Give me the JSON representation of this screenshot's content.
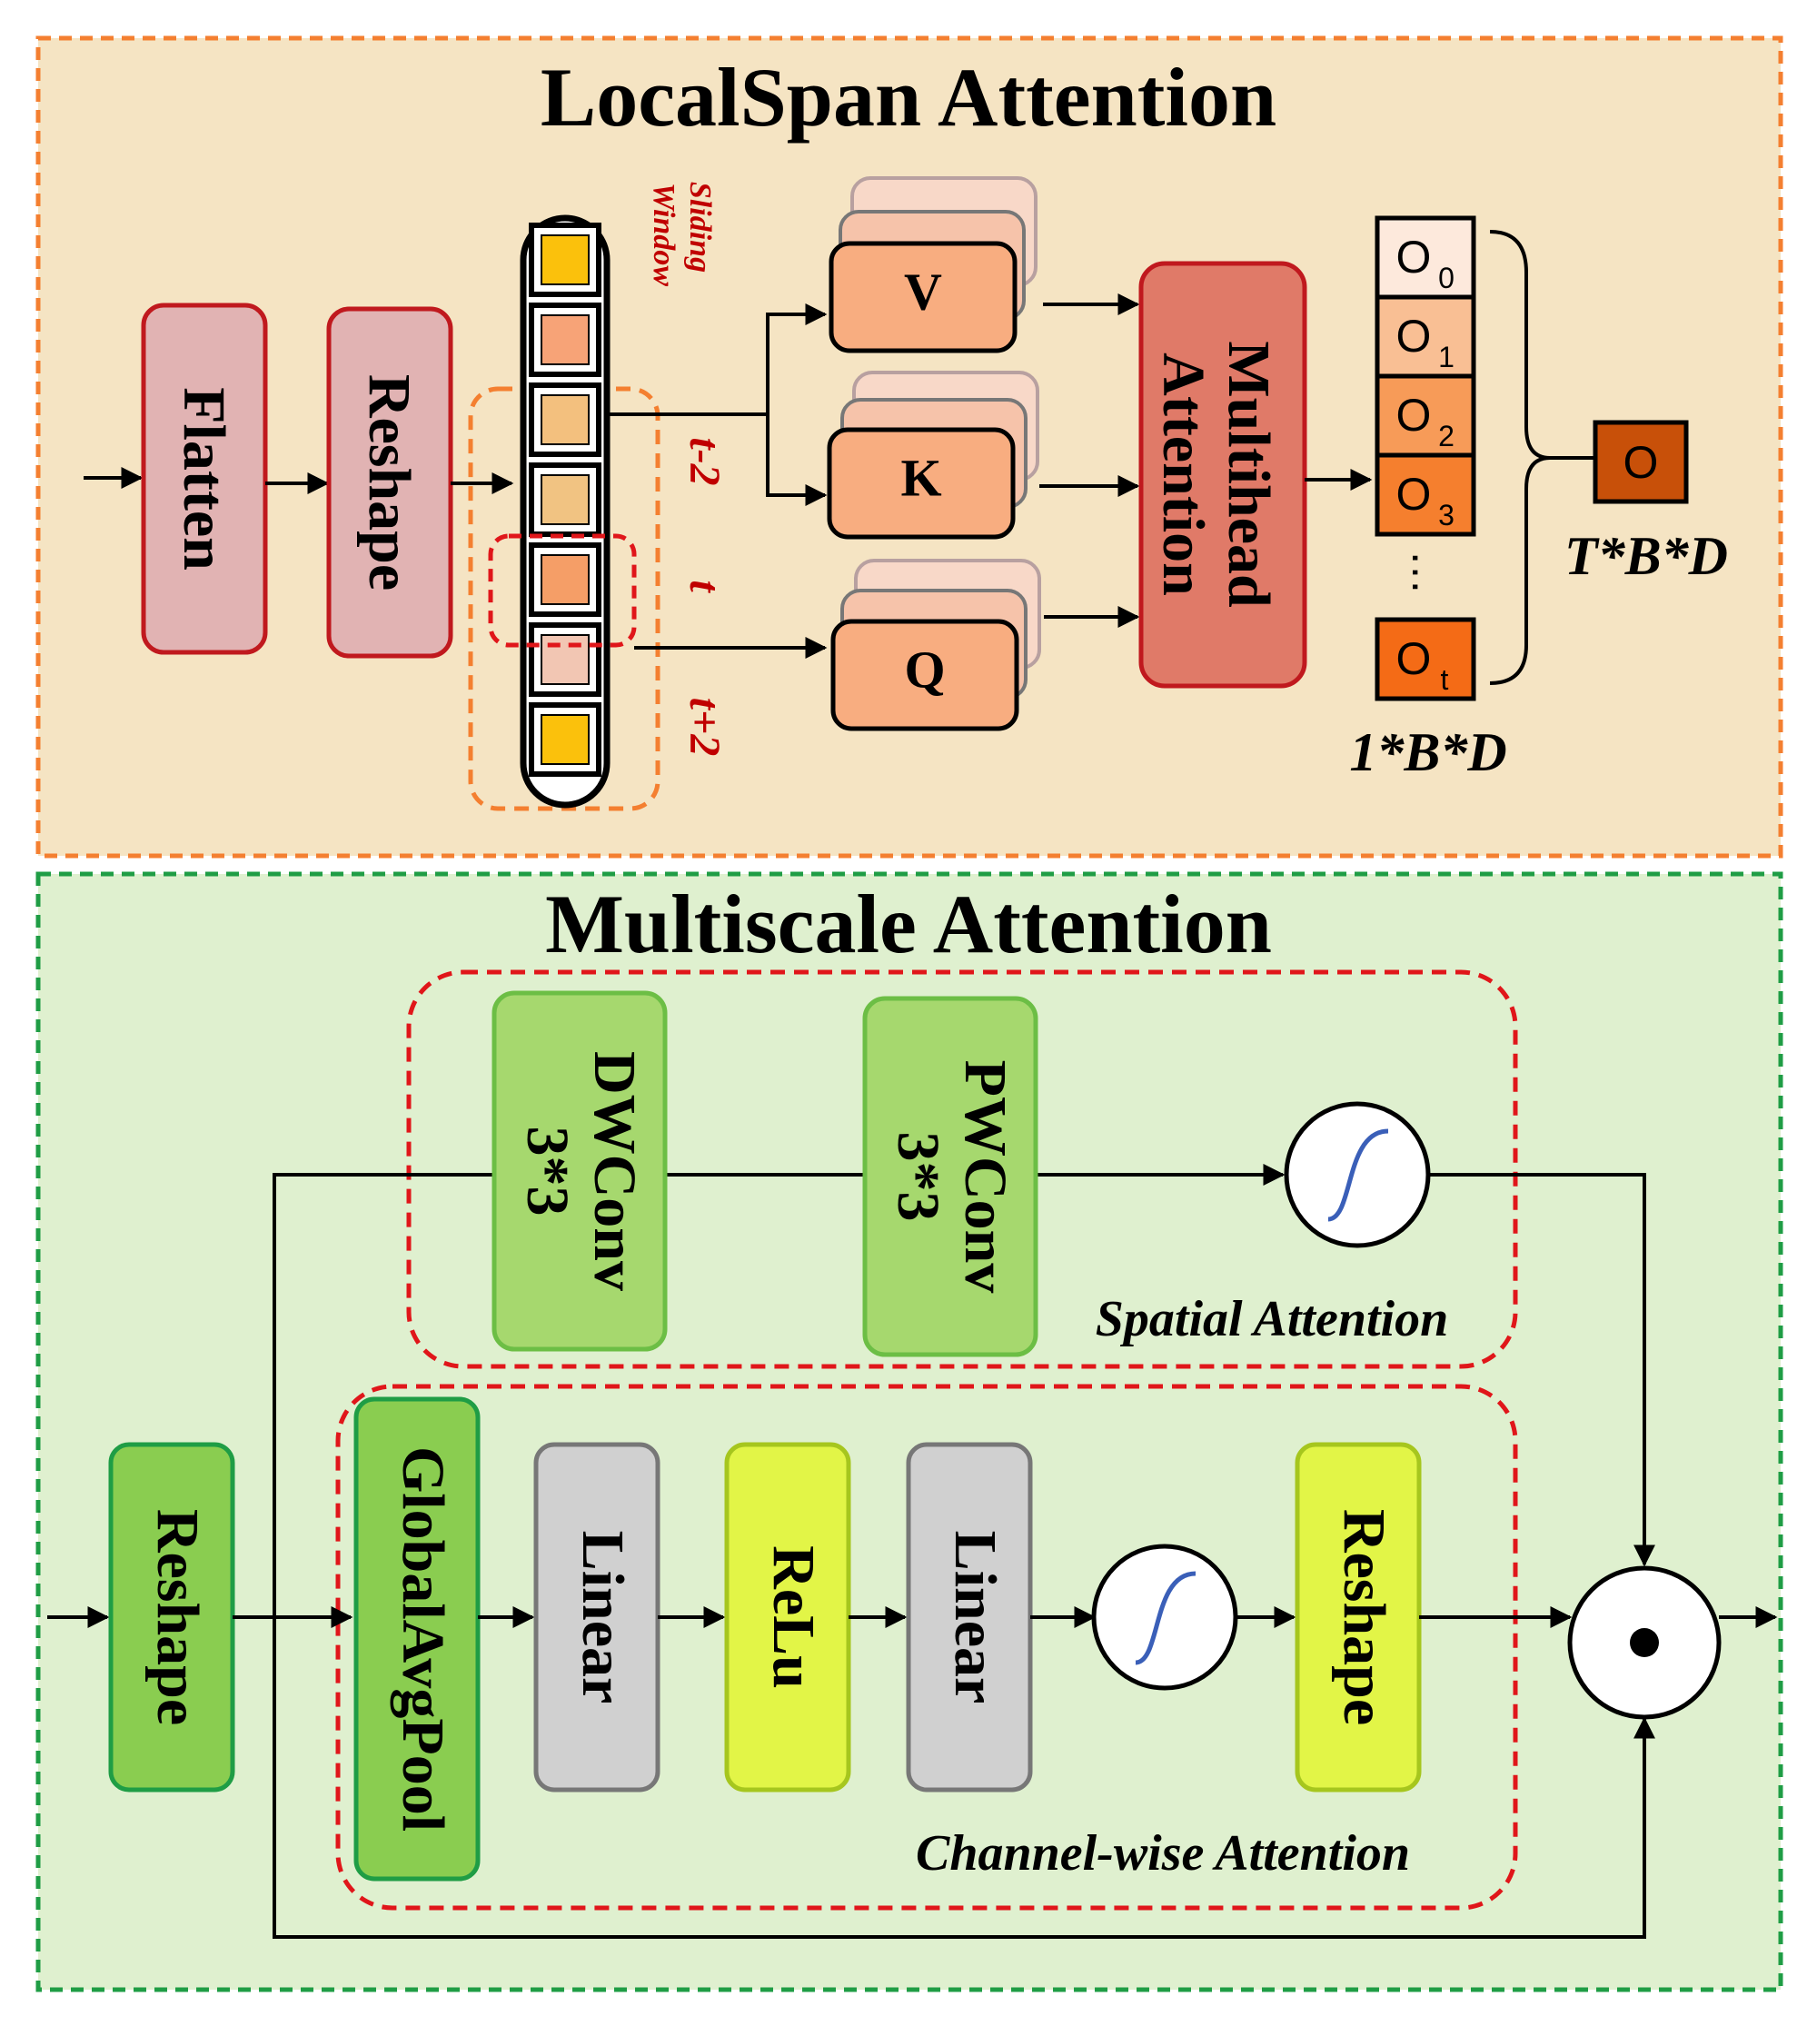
{
  "top_panel": {
    "title": "LocalSpan Attention",
    "flatten_label": "Flatten",
    "reshape_label": "Reshape",
    "sliding_window_label": [
      "Sliding",
      "Window"
    ],
    "t_minus_2": "t-2",
    "t_label": "t",
    "t_plus_2": "t+2",
    "v_label": "V",
    "k_label": "K",
    "q_label": "Q",
    "multihead_label": [
      "Multihead",
      "Attention"
    ],
    "outputs": [
      {
        "main": "O",
        "sub": "0",
        "color": "#fde9dc"
      },
      {
        "main": "O",
        "sub": "1",
        "color": "#f9bf94"
      },
      {
        "main": "O",
        "sub": "2",
        "color": "#f79b58"
      },
      {
        "main": "O",
        "sub": "3",
        "color": "#f57f2e"
      },
      {
        "main": "O",
        "sub": "t",
        "color": "#f46b16"
      }
    ],
    "ellipsis": "…",
    "o_label": "O",
    "dim_1bd": "1*B*D",
    "dim_tbd": "T*B*D",
    "colors": {
      "panel_bg": "#f5e4c3",
      "panel_border": "#f47f30",
      "pink_box": "#e1b3b3",
      "pink_border": "#c0191e",
      "qkv_fill": "#f8ad80",
      "multihead_fill": "#e07a68",
      "o_final": "#c85009"
    }
  },
  "bottom_panel": {
    "title": "Multiscale Attention",
    "dwconv_label": [
      "DWConv",
      "3*3"
    ],
    "pwconv_label": [
      "PWConv",
      "3*3"
    ],
    "spatial_label": "Spatial Attention",
    "channel_label": "Channel-wise Attention",
    "reshape_in_label": "Reshape",
    "globalavgpool_label": "GlobalAvgPool",
    "linear1_label": "Linear",
    "relu_label": "ReLu",
    "linear2_label": "Linear",
    "reshape_out_label": "Reshape",
    "colors": {
      "panel_bg": "#dff0cf",
      "panel_border": "#1f9d45",
      "green_fill": "#a6d86e",
      "green_dark": "#8acd50",
      "grey_fill": "#d0d0d0",
      "yellow_fill": "#e2f547",
      "sigmoid_curve": "#3a5fb8"
    }
  }
}
